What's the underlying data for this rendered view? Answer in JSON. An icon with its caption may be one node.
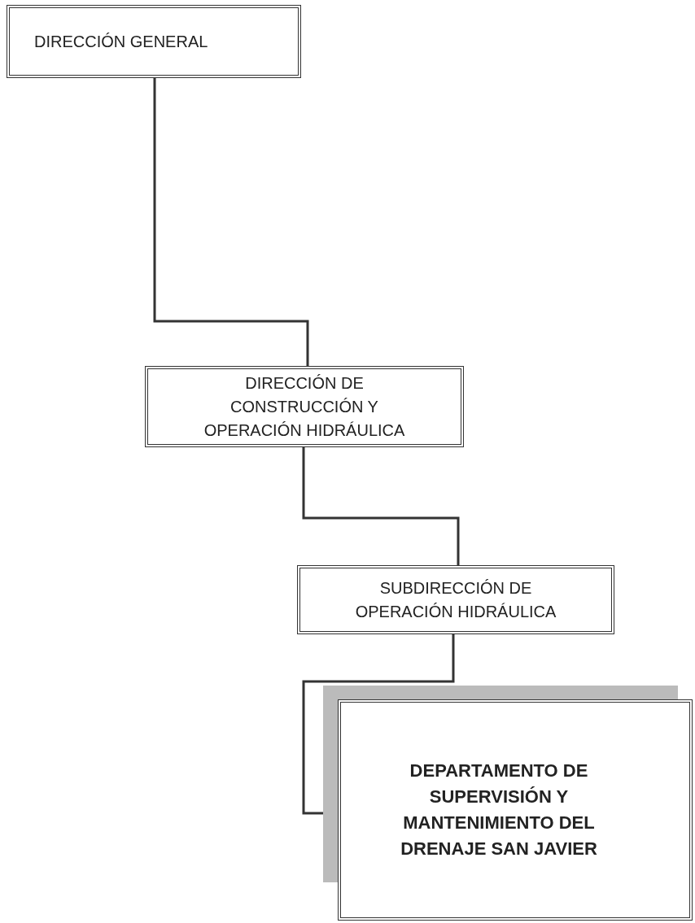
{
  "diagram": {
    "nodes": [
      {
        "text": [
          "DIRECCIÓN GENERAL"
        ]
      },
      {
        "text": [
          "DIRECCIÓN DE CONSTRUCCIÓN Y OPERACIÓN HIDRÁULICA"
        ]
      },
      {
        "text": [
          "SUBDIRECCIÓN DE OPERACIÓN HIDRÁULICA"
        ]
      },
      {
        "text": [
          "DEPARTAMENTO DE SUPERVISIÓN Y MANTENIMIENTO DEL DRENAJE SAN JAVIER"
        ]
      }
    ],
    "edges": [
      {
        "from": 0,
        "to": 1,
        "arrow": "none"
      },
      {
        "from": 1,
        "to": 2,
        "arrow": "none"
      },
      {
        "from": 2,
        "to": 3,
        "arrow": "none"
      }
    ]
  }
}
